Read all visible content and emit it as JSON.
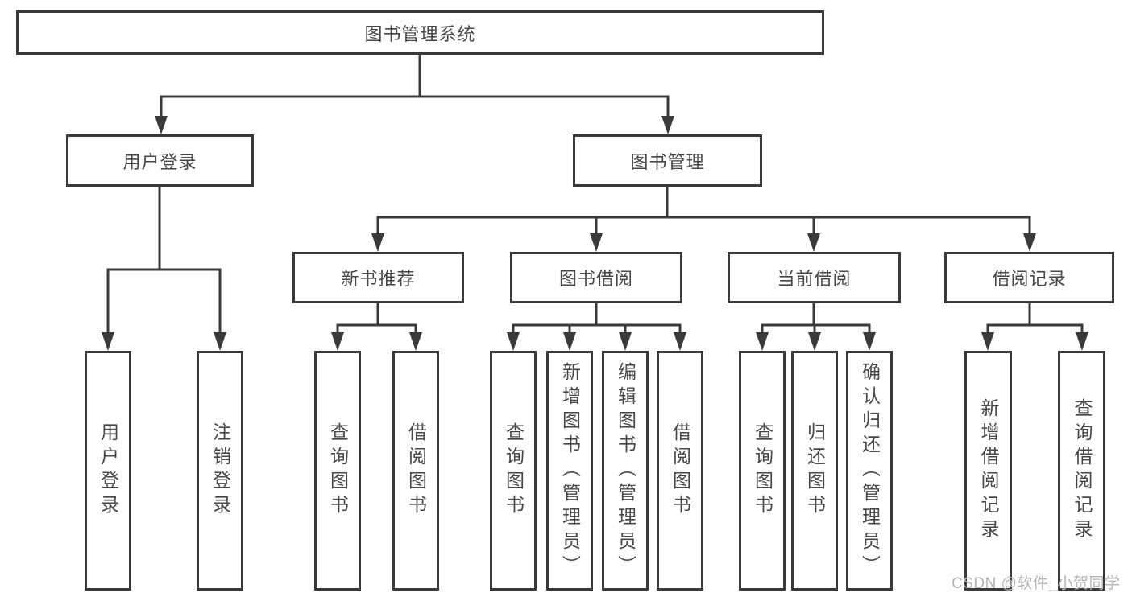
{
  "diagram": {
    "root": "图书管理系统",
    "level2": {
      "user_login": "用户登录",
      "book_mgmt": "图书管理"
    },
    "level3": {
      "new_books": "新书推荐",
      "book_borrow": "图书借阅",
      "current_borrow": "当前借阅",
      "borrow_records": "借阅记录"
    },
    "leaves": {
      "user_login": [
        "用户登录",
        "注销登录"
      ],
      "new_books": [
        "查询图书",
        "借阅图书"
      ],
      "book_borrow": [
        "查询图书",
        "新增图书（管理员）",
        "编辑图书（管理员）",
        "借阅图书"
      ],
      "current_borrow": [
        "查询图书",
        "归还图书",
        "确认归还（管理员）"
      ],
      "borrow_records": [
        "新增借阅记录",
        "查询借阅记录"
      ]
    }
  },
  "watermark": "CSDN @软件_小贺同学",
  "colors": {
    "line": "#3a3a3a",
    "text": "#474747",
    "watermark": "#b5b5b5",
    "background": "#ffffff"
  }
}
